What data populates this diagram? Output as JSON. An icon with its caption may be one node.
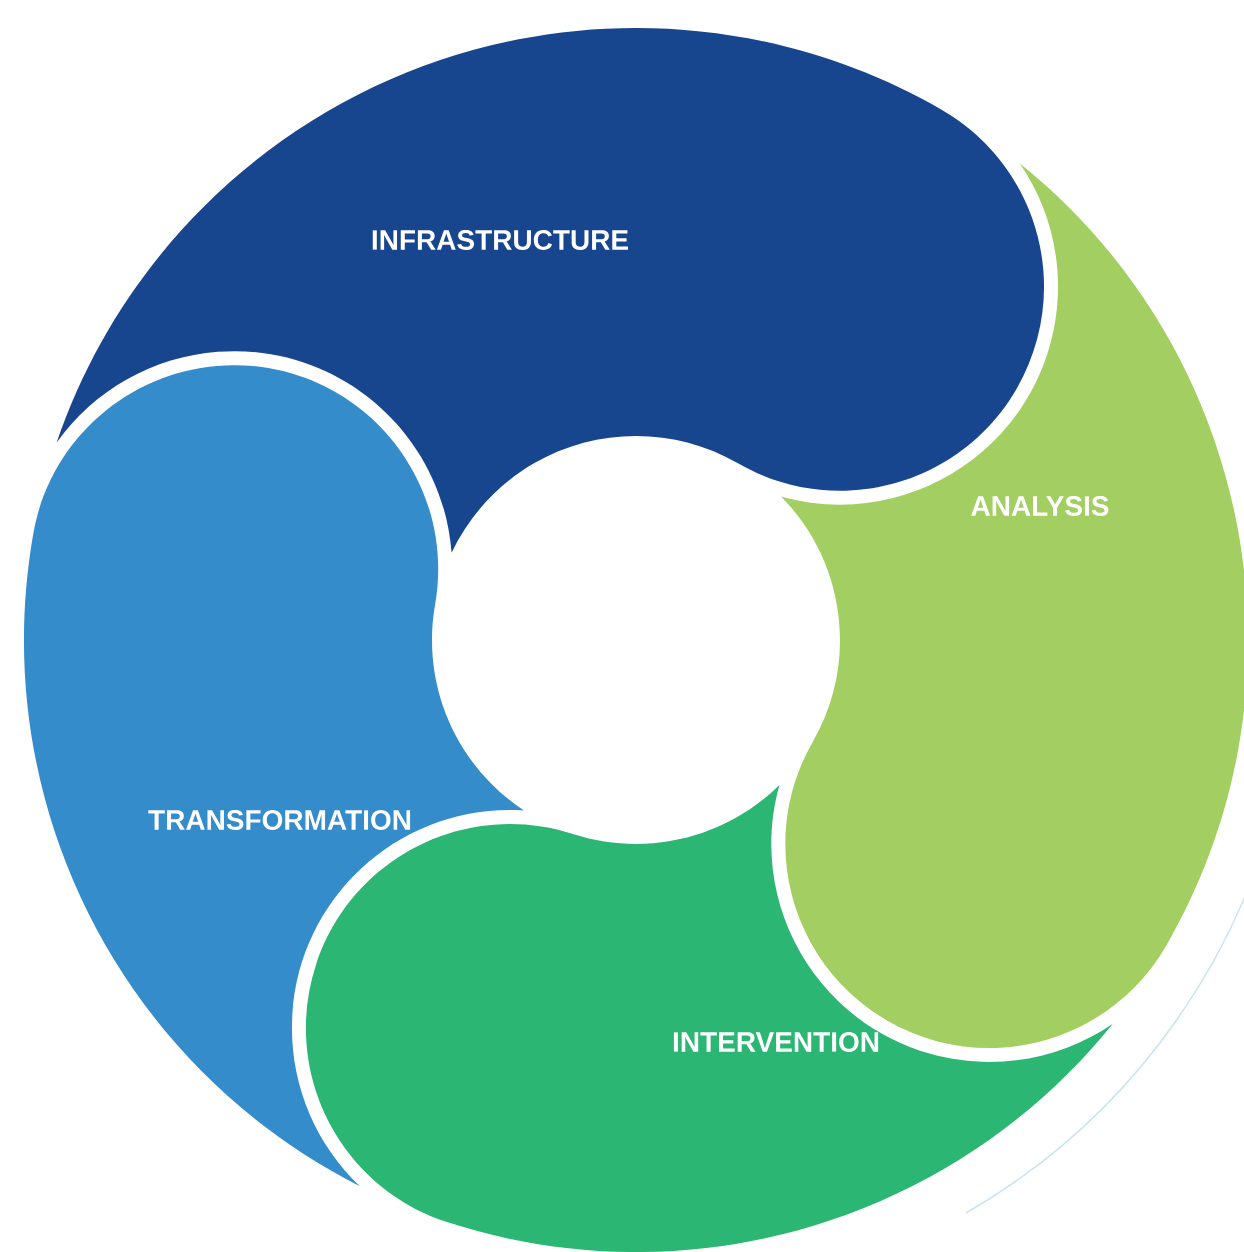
{
  "diagram": {
    "nodes": [
      {
        "text": [
          "INFRASTRUCTURE"
        ]
      },
      {
        "text": [
          "ANALYSIS"
        ]
      },
      {
        "text": [
          "INTERVENTION"
        ]
      },
      {
        "text": [
          "TRANSFORMATION"
        ]
      }
    ]
  }
}
